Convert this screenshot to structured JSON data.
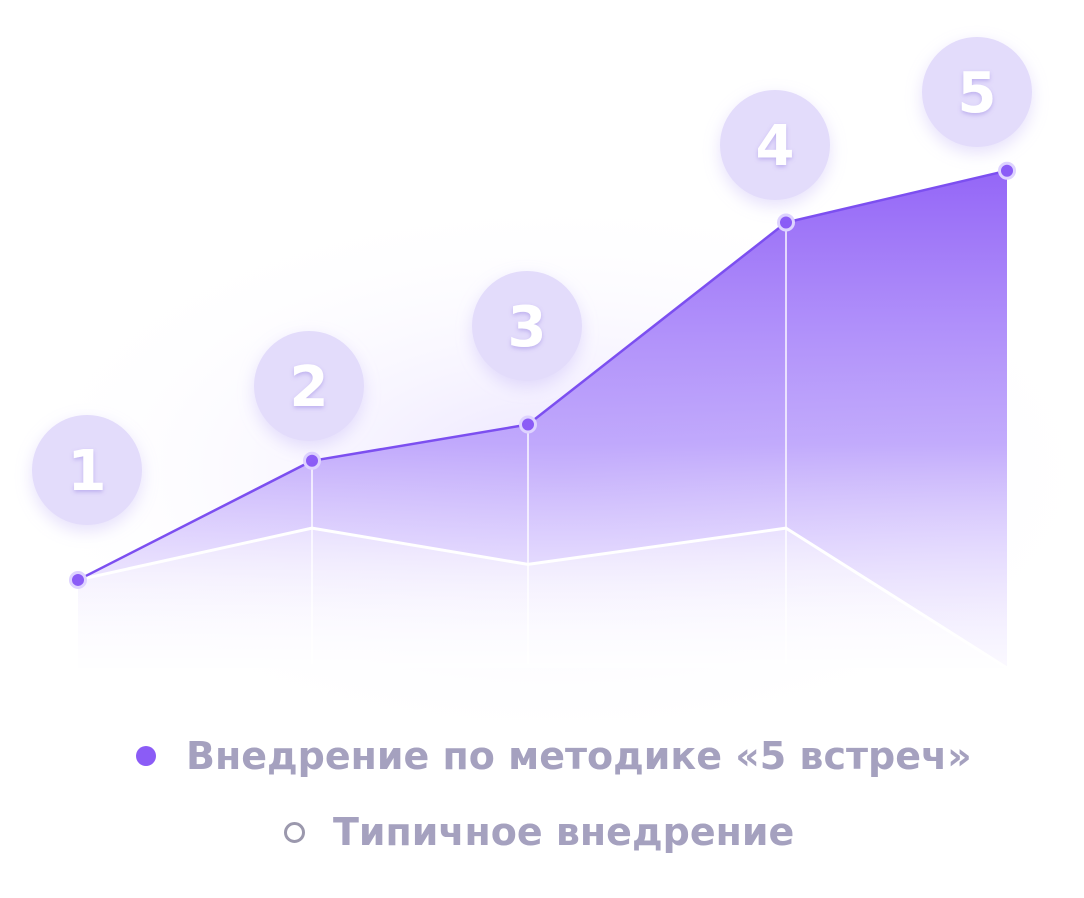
{
  "chart_data": {
    "type": "area",
    "title": "",
    "xlabel": "",
    "ylabel": "",
    "categories": [
      "1",
      "2",
      "3",
      "4",
      "5"
    ],
    "ylim": [
      0,
      100
    ],
    "grid": false,
    "legend_position": "bottom",
    "series": [
      {
        "name": "Внедрение по методике «5 встреч»",
        "values": [
          17,
          40,
          47,
          86,
          96
        ],
        "color": "#8b5cf6",
        "marker": "filled-circle"
      },
      {
        "name": "Типичное внедрение",
        "values": [
          17,
          27,
          20,
          27,
          0
        ],
        "color": "#ffffff",
        "marker": "hollow-circle"
      }
    ]
  },
  "legend": [
    {
      "label": "Внедрение по методике «5 встреч»",
      "marker": "filled-circle"
    },
    {
      "label": "Типичное внедрение",
      "marker": "hollow-circle"
    }
  ],
  "colors": {
    "accent": "#8b5cf6",
    "badge": "#e2dbfb",
    "legend_text": "#a5a1bf"
  }
}
